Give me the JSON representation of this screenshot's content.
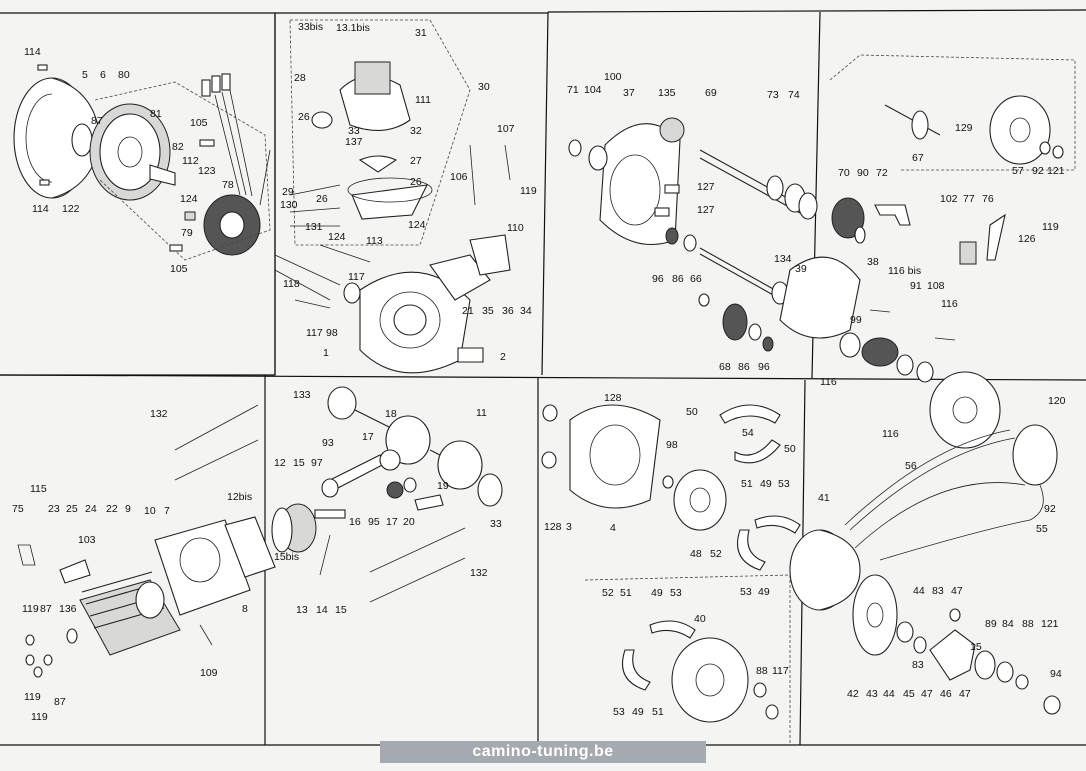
{
  "watermark": "camino-tuning.be",
  "callouts": {
    "p1": [
      "114",
      "5",
      "6",
      "80",
      "87",
      "81",
      "105",
      "82",
      "112",
      "123",
      "78",
      "124",
      "79",
      "114",
      "122",
      "105"
    ],
    "p2": [
      "33bis",
      "13.1bis",
      "31",
      "28",
      "30",
      "111",
      "26",
      "33",
      "32",
      "137",
      "27",
      "26",
      "29",
      "26",
      "130",
      "131",
      "124",
      "113",
      "124",
      "117",
      "118",
      "117",
      "98",
      "1",
      "21",
      "35",
      "36",
      "34",
      "107",
      "106",
      "110",
      "119",
      "2"
    ],
    "p3": [
      "71",
      "104",
      "100",
      "37",
      "135",
      "69",
      "73",
      "74",
      "127",
      "127",
      "96",
      "86",
      "66",
      "134",
      "39",
      "68",
      "86",
      "96"
    ],
    "p4": [
      "70",
      "90",
      "72",
      "102",
      "77",
      "76",
      "126",
      "119",
      "129",
      "67",
      "57",
      "92",
      "121",
      "38",
      "116 bis",
      "91",
      "108",
      "116",
      "99",
      "116",
      "116"
    ],
    "p5": [
      "132",
      "115",
      "75",
      "23",
      "25",
      "24",
      "22",
      "9",
      "10",
      "7",
      "103",
      "12bis",
      "8",
      "119",
      "87",
      "136",
      "119",
      "87",
      "109",
      "119"
    ],
    "p6": [
      "133",
      "18",
      "11",
      "93",
      "17",
      "12",
      "15",
      "97",
      "16",
      "95",
      "17",
      "20",
      "19",
      "33",
      "15bis",
      "13",
      "14",
      "15",
      "132"
    ],
    "p7": [
      "128",
      "50",
      "54",
      "50",
      "98",
      "128",
      "3",
      "4",
      "51",
      "49",
      "53",
      "48",
      "52",
      "53",
      "49",
      "52",
      "51",
      "49",
      "53",
      "40",
      "53",
      "49",
      "51",
      "88",
      "117"
    ],
    "p8": [
      "120",
      "56",
      "41",
      "55",
      "92",
      "44",
      "47",
      "83",
      "83",
      "89",
      "84",
      "88",
      "121",
      "42",
      "43",
      "44",
      "45",
      "47",
      "46",
      "47",
      "94",
      "15"
    ]
  }
}
